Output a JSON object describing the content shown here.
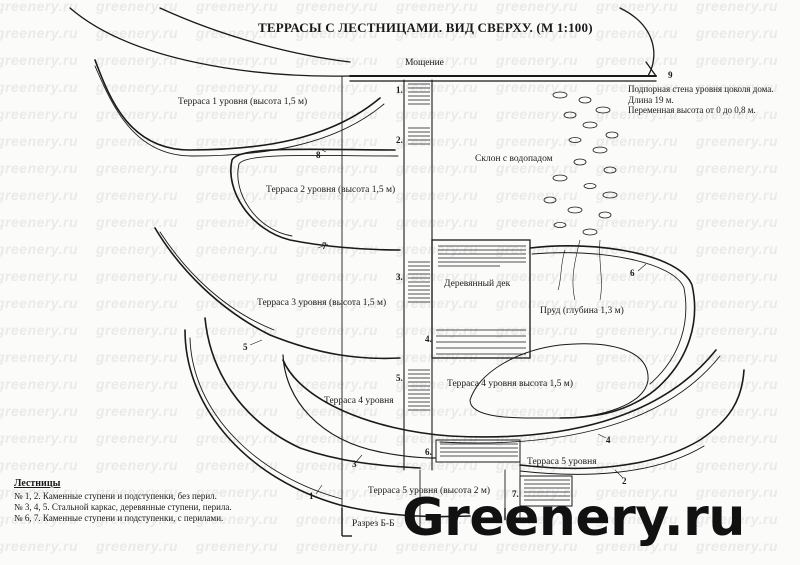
{
  "title": "ТЕРРАСЫ С ЛЕСТНИЦАМИ. ВИД СВЕРХУ. (М 1:100)",
  "labels": {
    "paving": "Мощение",
    "terrace1": "Терраса 1 уровня (высота 1,5 м)",
    "terrace2": "Терраса 2 уровня (высота 1,5 м)",
    "terrace3": "Терраса 3 уровня (высота 1,5 м)",
    "terrace4a": "Терраса 4 уровня",
    "terrace4b": "Терраса 4 уровня высота 1,5 м)",
    "terrace5a": "Терраса 5 уровня",
    "terrace5b": "Терраса 5 уровня (высота 2 м)",
    "slope": "Склон с водопадом",
    "deck": "Деревянный дек",
    "pond": "Пруд (глубина 1,3 м)",
    "section": "Разрез Б-Б"
  },
  "wall_note": [
    "Подпорная стена уровня цоколя дома.",
    "Длина 19 м.",
    "Переменная высота от 0 до 0,8 м."
  ],
  "stair_numbers": [
    "1.",
    "2.",
    "3.",
    "4.",
    "5.",
    "6.",
    "7."
  ],
  "wall_numbers": [
    "1",
    "2",
    "3",
    "4",
    "5",
    "6",
    "7",
    "8",
    "9"
  ],
  "legend": {
    "heading": "Лестницы",
    "items": [
      "№ 1, 2. Каменные ступени и подступенки, без перил.",
      "№ 3, 4, 5. Стальной каркас, деревянные ступени, перила.",
      "№ 6, 7. Каменные ступени и подступенки, с перилами."
    ]
  },
  "brand": "Greenery.ru",
  "watermark": "greenery.ru",
  "colors": {
    "ink": "#1a1a1a",
    "paper": "#fbfbfa",
    "brand": "#111111"
  }
}
